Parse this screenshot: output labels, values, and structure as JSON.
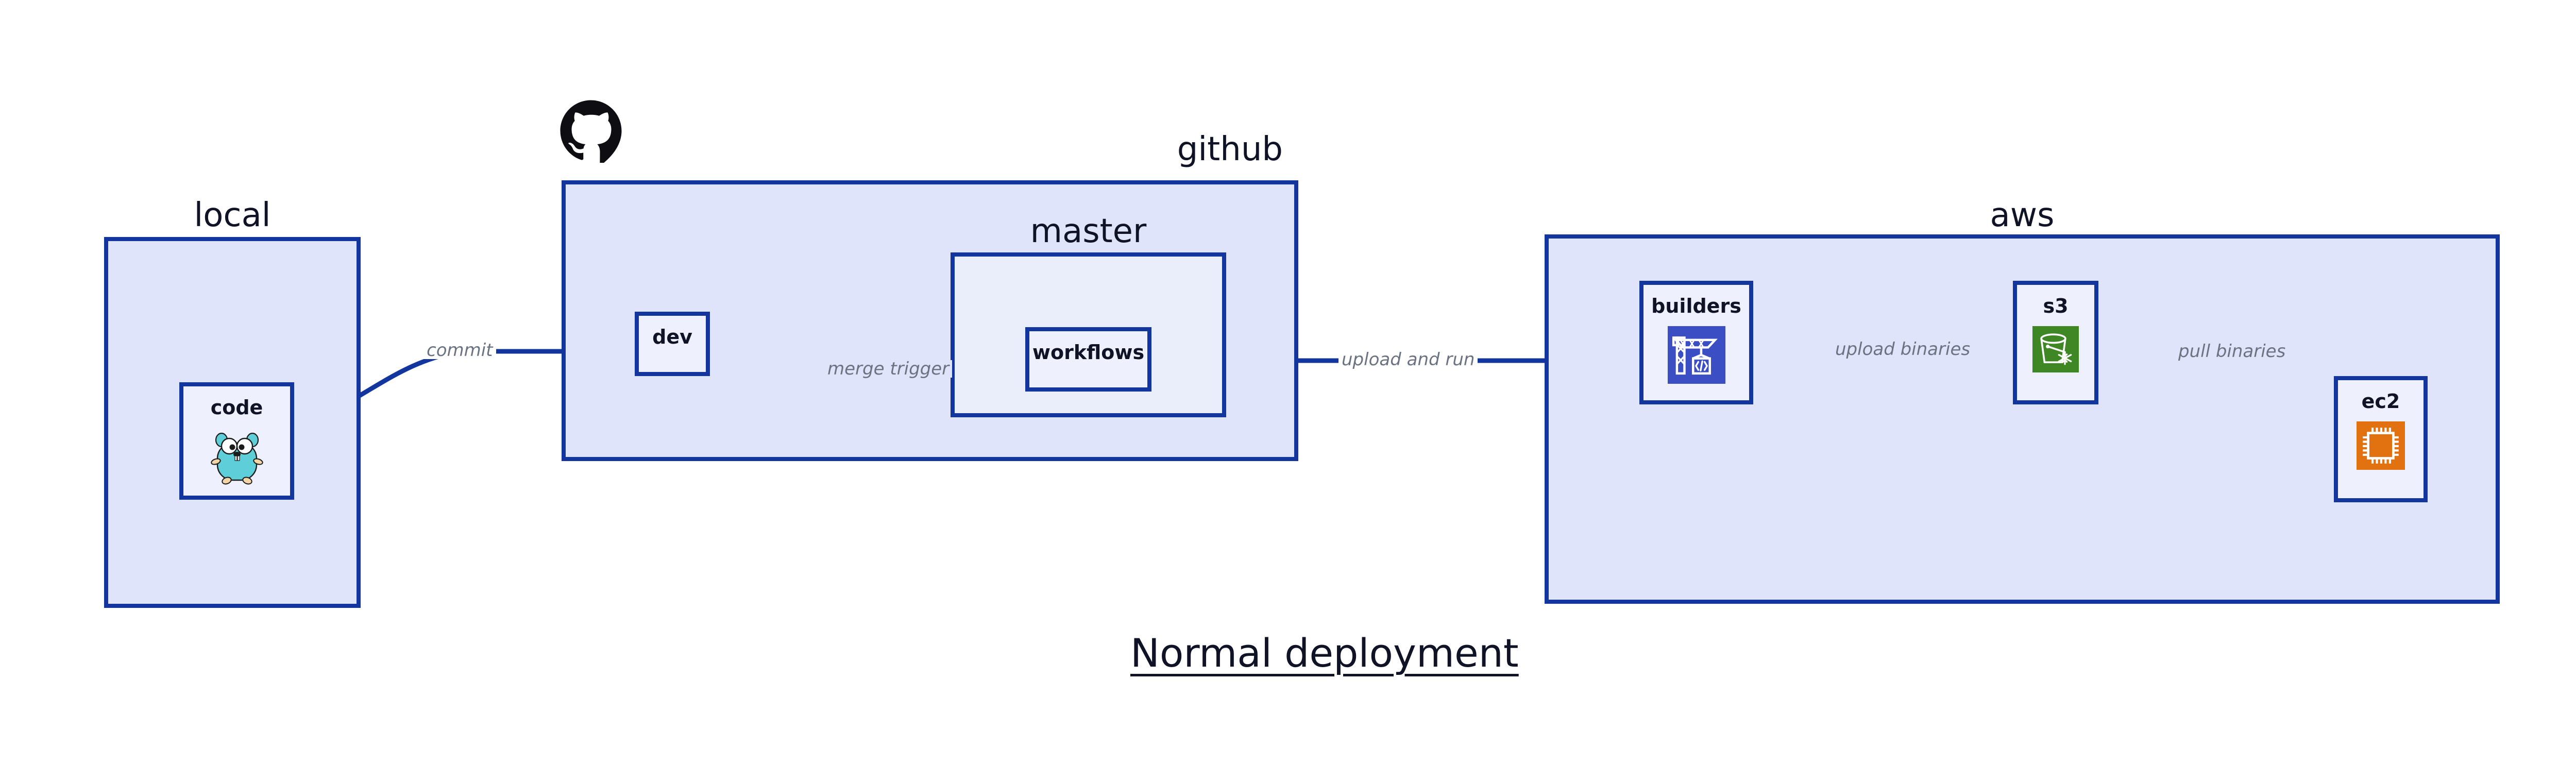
{
  "diagram": {
    "title": "Normal deployment",
    "colors": {
      "group_fill": "#dfe4fa",
      "subgroup_fill": "#eaeefb",
      "node_fill": "#eef1fd",
      "stroke": "#12369e",
      "edge_label": "#6b7280",
      "text": "#101326",
      "builders_icon": "#3b4ec4",
      "s3_icon": "#3f8624",
      "ec2_icon": "#e2720f",
      "gopher": "#5ecfd8",
      "github_logo": "#0d0d12"
    }
  },
  "groups": [
    {
      "id": "local",
      "label": "local",
      "label_align": "center"
    },
    {
      "id": "github",
      "label": "github",
      "label_align": "right"
    },
    {
      "id": "aws",
      "label": "aws",
      "label_align": "center"
    }
  ],
  "subgroups": [
    {
      "id": "master",
      "label": "master",
      "parent": "github"
    }
  ],
  "nodes": [
    {
      "id": "code",
      "label": "code",
      "icon": "go-gopher-icon",
      "parent": "local"
    },
    {
      "id": "dev",
      "label": "dev",
      "icon": null,
      "parent": "github"
    },
    {
      "id": "workflows",
      "label": "workflows",
      "icon": null,
      "parent": "master"
    },
    {
      "id": "builders",
      "label": "builders",
      "icon": "crane-code-icon",
      "parent": "aws"
    },
    {
      "id": "s3",
      "label": "s3",
      "icon": "s3-bucket-icon",
      "parent": "aws"
    },
    {
      "id": "ec2",
      "label": "ec2",
      "icon": "cpu-chip-icon",
      "parent": "aws"
    }
  ],
  "edges": [
    {
      "id": "commit",
      "from": "code",
      "to": "dev",
      "label": "commit",
      "style": "curved"
    },
    {
      "id": "merge-trigger",
      "from": "dev",
      "to": "workflows",
      "label": "merge trigger",
      "style": "straight"
    },
    {
      "id": "upload-and-run",
      "from": "workflows",
      "to": "builders",
      "label": "upload and run",
      "style": "straight"
    },
    {
      "id": "upload-binaries",
      "from": "builders",
      "to": "s3",
      "label": "upload binaries",
      "style": "straight"
    },
    {
      "id": "pull-binaries",
      "from": "s3",
      "to": "ec2",
      "label": "pull binaries",
      "style": "curved"
    }
  ],
  "logos": [
    {
      "id": "github-octocat",
      "name": "github-octocat-logo"
    }
  ]
}
